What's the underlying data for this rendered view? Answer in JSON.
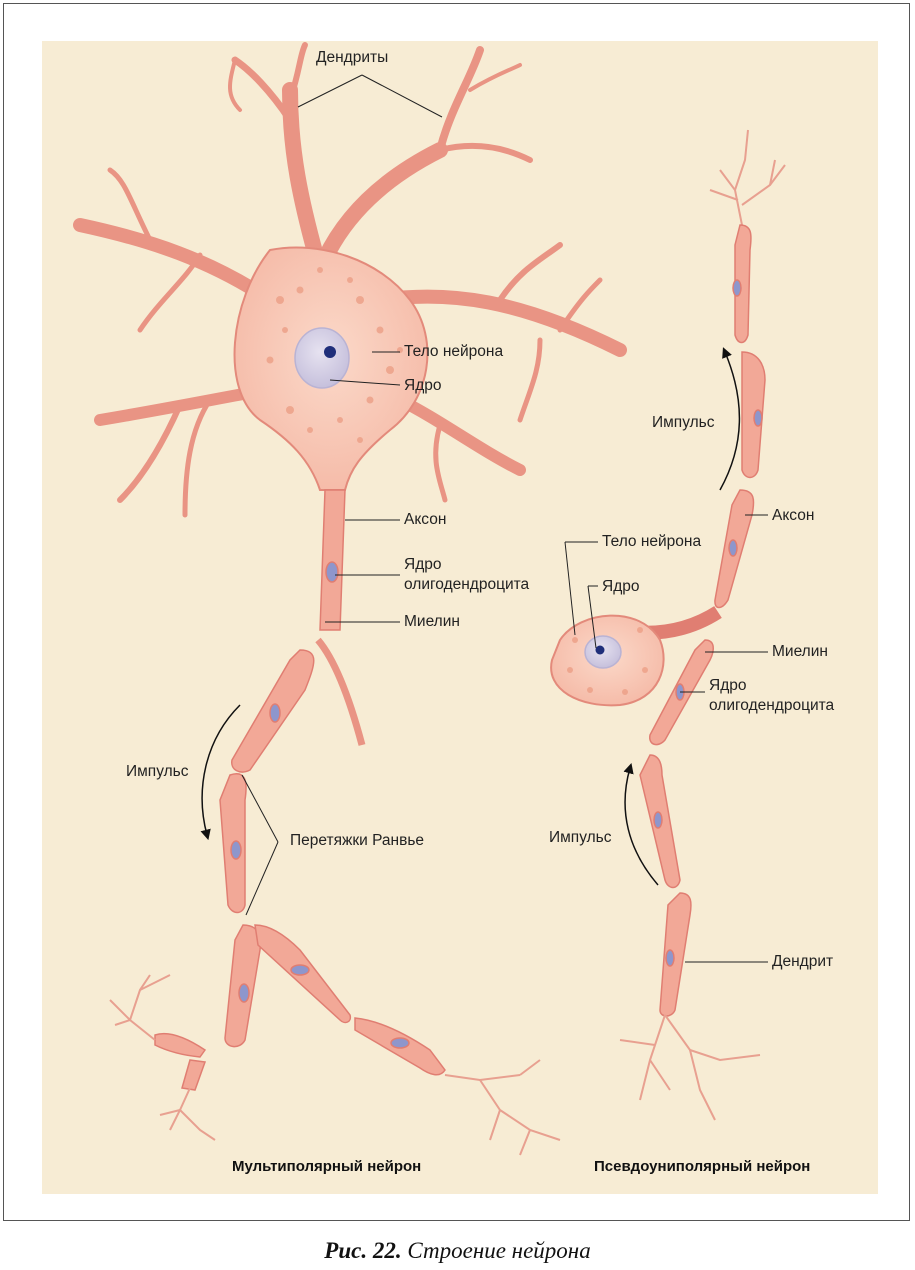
{
  "multipolar": {
    "dendrites": "Дендриты",
    "body": "Тело нейрона",
    "nucleus": "Ядро",
    "axon": "Аксон",
    "oligo_nucleus_line1": "Ядро",
    "oligo_nucleus_line2": "олигодендроцита",
    "myelin": "Миелин",
    "impulse": "Импульс",
    "ranvier": "Перетяжки Ранвье",
    "title": "Мультиполярный нейрон"
  },
  "pseudounipolar": {
    "impulse_top": "Импульс",
    "axon": "Аксон",
    "body": "Тело нейрона",
    "nucleus": "Ядро",
    "myelin": "Миелин",
    "oligo_nucleus_line1": "Ядро",
    "oligo_nucleus_line2": "олигодендроцита",
    "impulse_bottom": "Импульс",
    "dendrite": "Дендрит",
    "title": "Псевдоуниполярный нейрон"
  },
  "caption": {
    "figure": "Рис. 22.",
    "text": "Строение нейрона"
  },
  "colors": {
    "panel": "#f7ecd4",
    "membrane": "#f7c9b8",
    "outline": "#e0837a",
    "myelin": "#ee9b8c",
    "nucleus": "#9aa4d6"
  }
}
